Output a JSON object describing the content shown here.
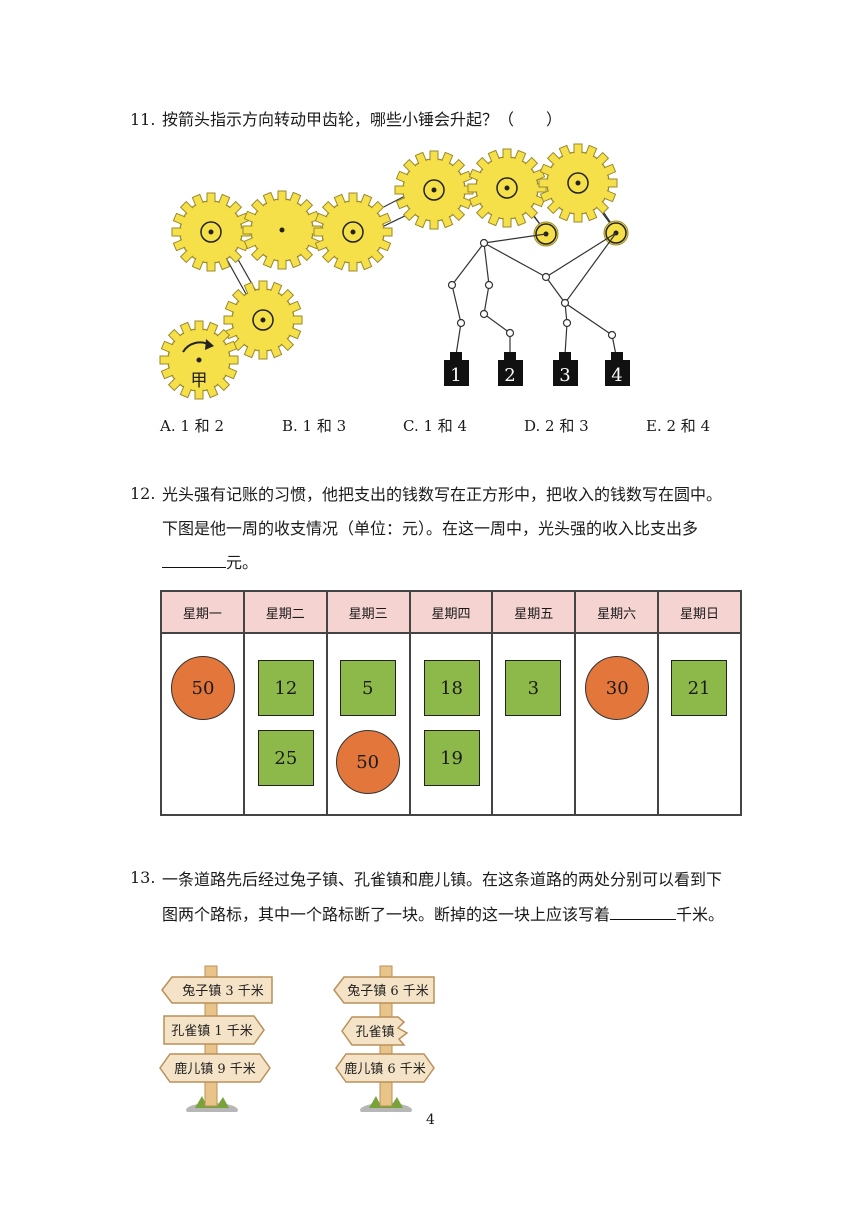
{
  "q11": {
    "number": "11.",
    "text": "按箭头指示方向转动甲齿轮，哪些小锤会升起？（　　）",
    "gear_label": "甲",
    "weights": [
      "1",
      "2",
      "3",
      "4"
    ],
    "options": [
      "A. 1 和 2",
      "B. 1 和 3",
      "C. 1 和 4",
      "D. 2 和 3",
      "E. 2 和 4"
    ]
  },
  "q12": {
    "number": "12.",
    "text_a": "光头强有记账的习惯，他把支出的钱数写在正方形中，把收入的钱数写在圆中。下图是他一周的收支情况（单位：元）。在这一周中，光头强的收入比支出多",
    "text_b": "元。",
    "days": [
      "星期一",
      "星期二",
      "星期三",
      "星期四",
      "星期五",
      "星期六",
      "星期日"
    ],
    "entries": {
      "mon_circle": "50",
      "tue_box1": "12",
      "tue_box2": "25",
      "wed_box": "5",
      "wed_circle": "50",
      "thu_box1": "18",
      "thu_box2": "19",
      "fri_box": "3",
      "sat_circle": "30",
      "sun_box": "21"
    },
    "colors": {
      "header": "#f4d3d0",
      "box": "#8db94a",
      "circle": "#e2763b"
    }
  },
  "q13": {
    "number": "13.",
    "text_a": "一条道路先后经过兔子镇、孔雀镇和鹿儿镇。在这条道路的两处分别可以看到下图两个路标，其中一个路标断了一块。断掉的这一块上应该写着",
    "text_b": "千米。",
    "sign1": [
      "兔子镇 3 千米",
      "孔雀镇 1 千米",
      "鹿儿镇 9 千米"
    ],
    "sign2": [
      "兔子镇 6 千米",
      "孔雀镇",
      "鹿儿镇 6 千米"
    ]
  },
  "page_number": "4"
}
